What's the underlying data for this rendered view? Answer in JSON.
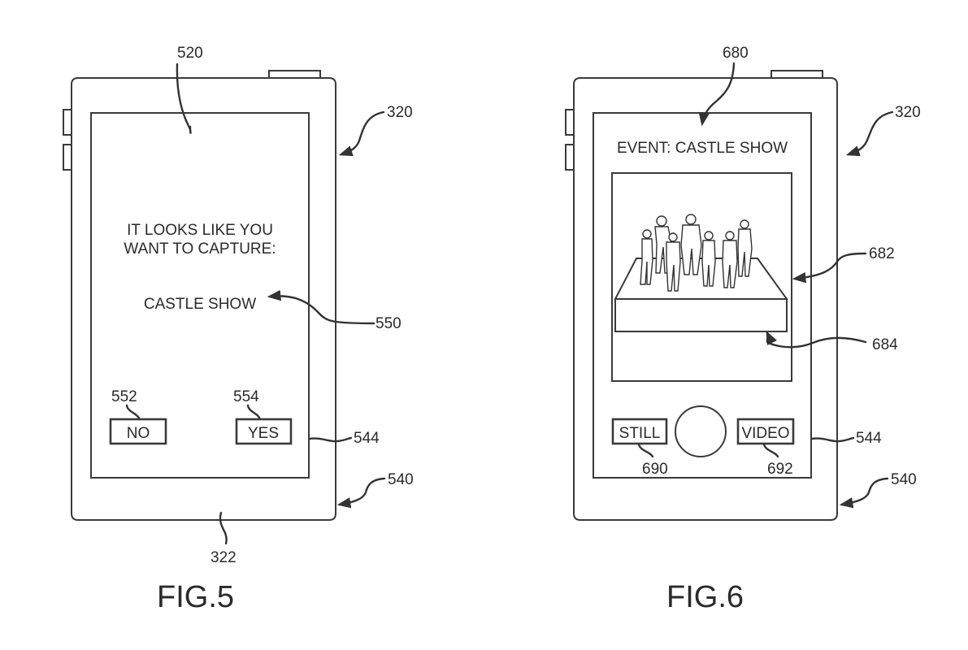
{
  "figures": [
    {
      "id": "fig5",
      "caption": "FIG.5",
      "device_ref": "320",
      "housing_ref": "540",
      "screen_ref": "544",
      "bottom_ref": "322",
      "display_ref": "520",
      "prompt_lines": [
        "IT LOOKS LIKE YOU",
        "WANT TO CAPTURE:"
      ],
      "suggestion": "CASTLE SHOW",
      "suggestion_ref": "550",
      "buttons": [
        {
          "label": "NO",
          "ref": "552"
        },
        {
          "label": "YES",
          "ref": "554"
        }
      ]
    },
    {
      "id": "fig6",
      "caption": "FIG.6",
      "device_ref": "320",
      "housing_ref": "540",
      "screen_ref": "544",
      "event_title": "EVENT: CASTLE SHOW",
      "event_title_ref": "680",
      "preview_ref": "682",
      "stage_ref": "684",
      "buttons": [
        {
          "label": "STILL",
          "ref": "690"
        },
        {
          "label": "VIDEO",
          "ref": "692"
        }
      ],
      "shutter_icon": "shutter-circle-icon"
    }
  ]
}
